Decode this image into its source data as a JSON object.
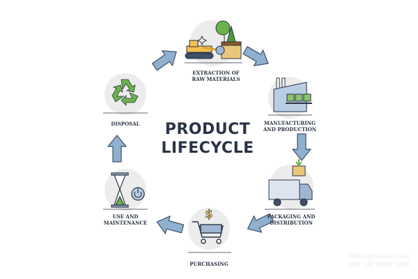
{
  "title": {
    "line1": "PRODUCT",
    "line2": "LIFECYCLE"
  },
  "stages": [
    {
      "id": "extraction",
      "line1": "EXTRACTION OF",
      "line2": "RAW MATERIALS",
      "icon": "bulldozer-tree-icon"
    },
    {
      "id": "manufacturing",
      "line1": "MANUFACTURING",
      "line2": "AND PRODUCTION",
      "icon": "factory-icon"
    },
    {
      "id": "packaging",
      "line1": "PACKAGING AND",
      "line2": "DISTRIBUTION",
      "icon": "delivery-truck-icon"
    },
    {
      "id": "purchasing",
      "line1": "PURCHASING",
      "line2": "",
      "icon": "shopping-cart-dollar-icon"
    },
    {
      "id": "use",
      "line1": "USE AND",
      "line2": "MAINTENANCE",
      "icon": "hourglass-power-icon"
    },
    {
      "id": "disposal",
      "line1": "DISPOSAL",
      "line2": "",
      "icon": "recycle-icon"
    }
  ],
  "watermark": {
    "line1": "timberphoenix.com",
    "line2": "+84 128 3630 1045"
  },
  "colors": {
    "arrow": "#8fb0cf",
    "arrow_stroke": "#3f4f66",
    "circle": "#ececec",
    "text": "#2b3444",
    "green": "#6bb34a",
    "yellow": "#f2c14e"
  }
}
